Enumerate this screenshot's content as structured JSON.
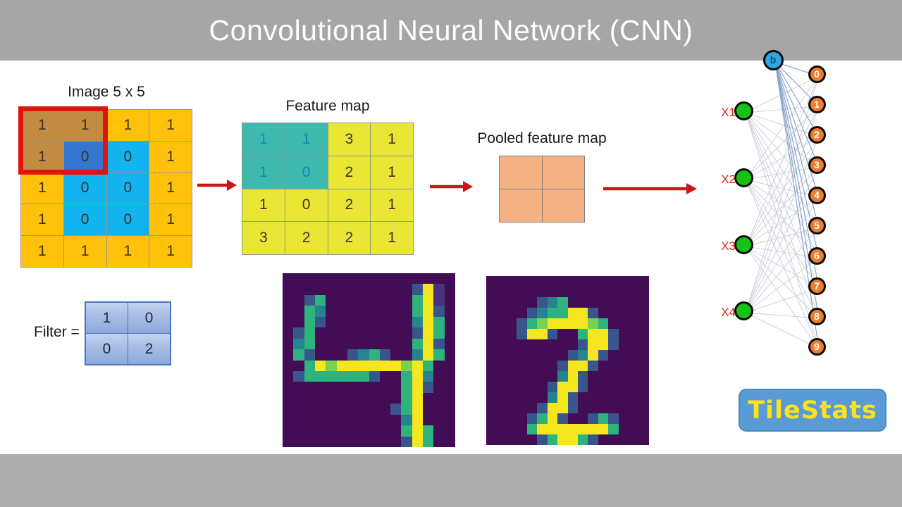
{
  "title": "Convolutional Neural Network (CNN)",
  "image_grid": {
    "label": "Image 5 x 5",
    "values": [
      [
        "1",
        "1",
        "1",
        "1"
      ],
      [
        "1",
        "0",
        "0",
        "1"
      ],
      [
        "1",
        "0",
        "0",
        "1"
      ],
      [
        "1",
        "0",
        "0",
        "1"
      ],
      [
        "1",
        "1",
        "1",
        "1"
      ]
    ],
    "cell_colors": [
      [
        "brown",
        "brown",
        "orange",
        "orange"
      ],
      [
        "brown",
        "blueDark",
        "cyan",
        "orange"
      ],
      [
        "orange",
        "cyan",
        "cyan",
        "orange"
      ],
      [
        "orange",
        "cyan",
        "cyan",
        "orange"
      ],
      [
        "orange",
        "orange",
        "orange",
        "orange"
      ]
    ]
  },
  "feature_map": {
    "label": "Feature map",
    "values": [
      [
        "1",
        "1",
        "3",
        "1"
      ],
      [
        "1",
        "0",
        "2",
        "1"
      ],
      [
        "1",
        "0",
        "2",
        "1"
      ],
      [
        "3",
        "2",
        "2",
        "1"
      ]
    ],
    "cell_colors": [
      [
        "teal",
        "teal",
        "yellow",
        "yellow"
      ],
      [
        "teal",
        "teal",
        "yellow",
        "yellow"
      ],
      [
        "yellow",
        "yellow",
        "yellow",
        "yellow"
      ],
      [
        "yellow",
        "yellow",
        "yellow",
        "yellow"
      ]
    ]
  },
  "pooled_map": {
    "label": "Pooled feature map",
    "rows": 2,
    "cols": 2
  },
  "filter": {
    "label": "Filter =",
    "values": [
      [
        "1",
        "0"
      ],
      [
        "0",
        "2"
      ]
    ]
  },
  "digit_images": {
    "palette": {
      ".": "#420D54",
      "d": "#46327E",
      "b": "#39568C",
      "t": "#25848E",
      "g": "#2EB37C",
      "l": "#7AD151",
      "y": "#F6E620"
    },
    "digit_four_pixels": [
      "................",
      "............byd.",
      "..bg........gyd.",
      "..gt........gyb.",
      "..gb........tyg.",
      ".bg.........byg.",
      ".tg.........gyb.",
      ".gb...btgb..tyg.",
      "..gylyyyyyylyg..",
      ".bggggggb..gyt..",
      "...........gyb..",
      "...........gy...",
      "..........bgy...",
      "...........ty...",
      "...........gyg..",
      "...........byg.."
    ],
    "digit_two_pixels": [
      "................",
      "................",
      ".....btg........",
      "....btggyyb.....",
      "...bglyyyylg....",
      "...byyb..gyyb...",
      ".........byyb...",
      "........btyb....",
      ".......byyb.....",
      ".......tyb......",
      "......byyb......",
      "......tyb.......",
      ".....byyb.......",
      "....bgyb..bgb...",
      "....gyyyyyyyg...",
      ".....bgyygb....."
    ]
  },
  "network": {
    "bias_label": "b",
    "input_labels": [
      "X1",
      "X2",
      "X3",
      "X4"
    ],
    "output_labels": [
      "0",
      "1",
      "2",
      "3",
      "4",
      "5",
      "6",
      "7",
      "8",
      "9"
    ]
  },
  "logo": {
    "text": "TileStats"
  },
  "colors": {
    "orange": "#FFC10A",
    "cyan": "#12B3EF",
    "brown": "#C28B42",
    "blueDark": "#3776CE",
    "yellow": "#E9E636",
    "teal": "#3FB9AE",
    "teal_text": "#1F83AE",
    "pooled": "#F4B183",
    "highlight_red": "#E0140C",
    "arrow_red": "#CE1414",
    "node_green": "#16C216",
    "node_orange": "#EC7D2F",
    "node_blue": "#2FA8E1",
    "edge_gray": "#CDD0DA",
    "edge_blue": "#8CA4CA",
    "x_label_red": "#E3251B",
    "logo_blue": "#5B9BD5",
    "logo_yellow": "#FFE21A",
    "bar_gray": "#A6A6A6"
  }
}
